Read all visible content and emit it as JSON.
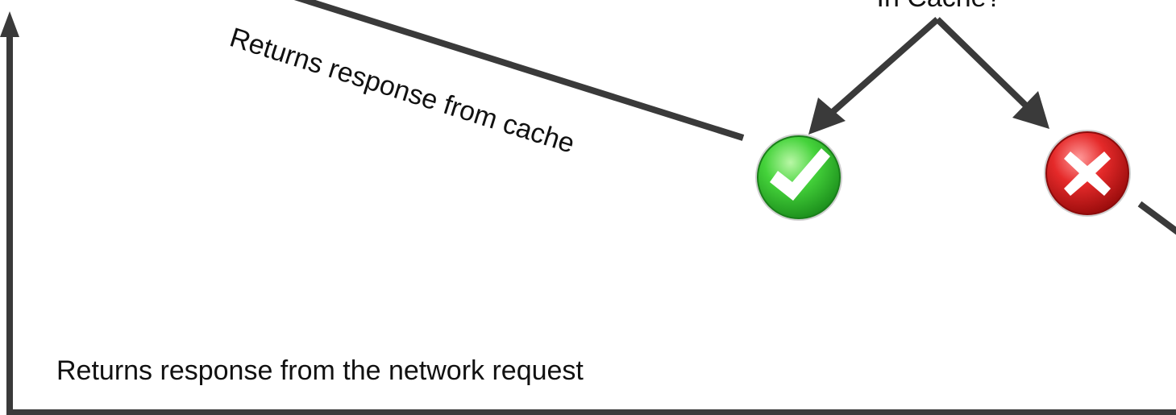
{
  "diagram": {
    "top_label": "In Cache?",
    "cache_hit_label": "Returns response from cache",
    "network_label": "Returns response from the network request",
    "hit_icon": "check-circle-icon",
    "miss_icon": "x-circle-icon"
  },
  "colors": {
    "stroke": "#3a3a3a",
    "hit": "#2fb52f",
    "miss": "#d51a1a",
    "text": "#111111"
  }
}
